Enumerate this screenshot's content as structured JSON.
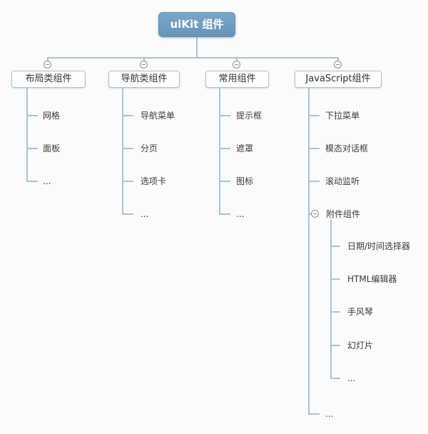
{
  "diagram": {
    "root": {
      "label": "uiKit 组件"
    },
    "branches": [
      {
        "label": "布局类组件",
        "children": [
          "网格",
          "面板",
          "..."
        ]
      },
      {
        "label": "导航类组件",
        "children": [
          "导航菜单",
          "分页",
          "选项卡",
          "..."
        ]
      },
      {
        "label": "常用组件",
        "children": [
          "提示框",
          "遮罩",
          "图标",
          "..."
        ]
      },
      {
        "label": "JavaScript组件",
        "children": [
          "下拉菜单",
          "模态对话框",
          "滚动监听"
        ],
        "subgroup": {
          "label": "附件组件",
          "children": [
            "日期/时间选择器",
            "HTML编辑器",
            "手风琴",
            "幻灯片",
            "..."
          ]
        },
        "tail": "..."
      }
    ],
    "icons": {
      "collapse": "minus-circle"
    },
    "colors": {
      "root_fill": "#6d9cbe",
      "root_text": "#ffffff",
      "box_fill": "#fdfdfd",
      "box_border": "#a6c4dc",
      "line": "#a9c4da",
      "leaf_text": "#3c3c3c",
      "background": "#fbfbfb"
    }
  }
}
